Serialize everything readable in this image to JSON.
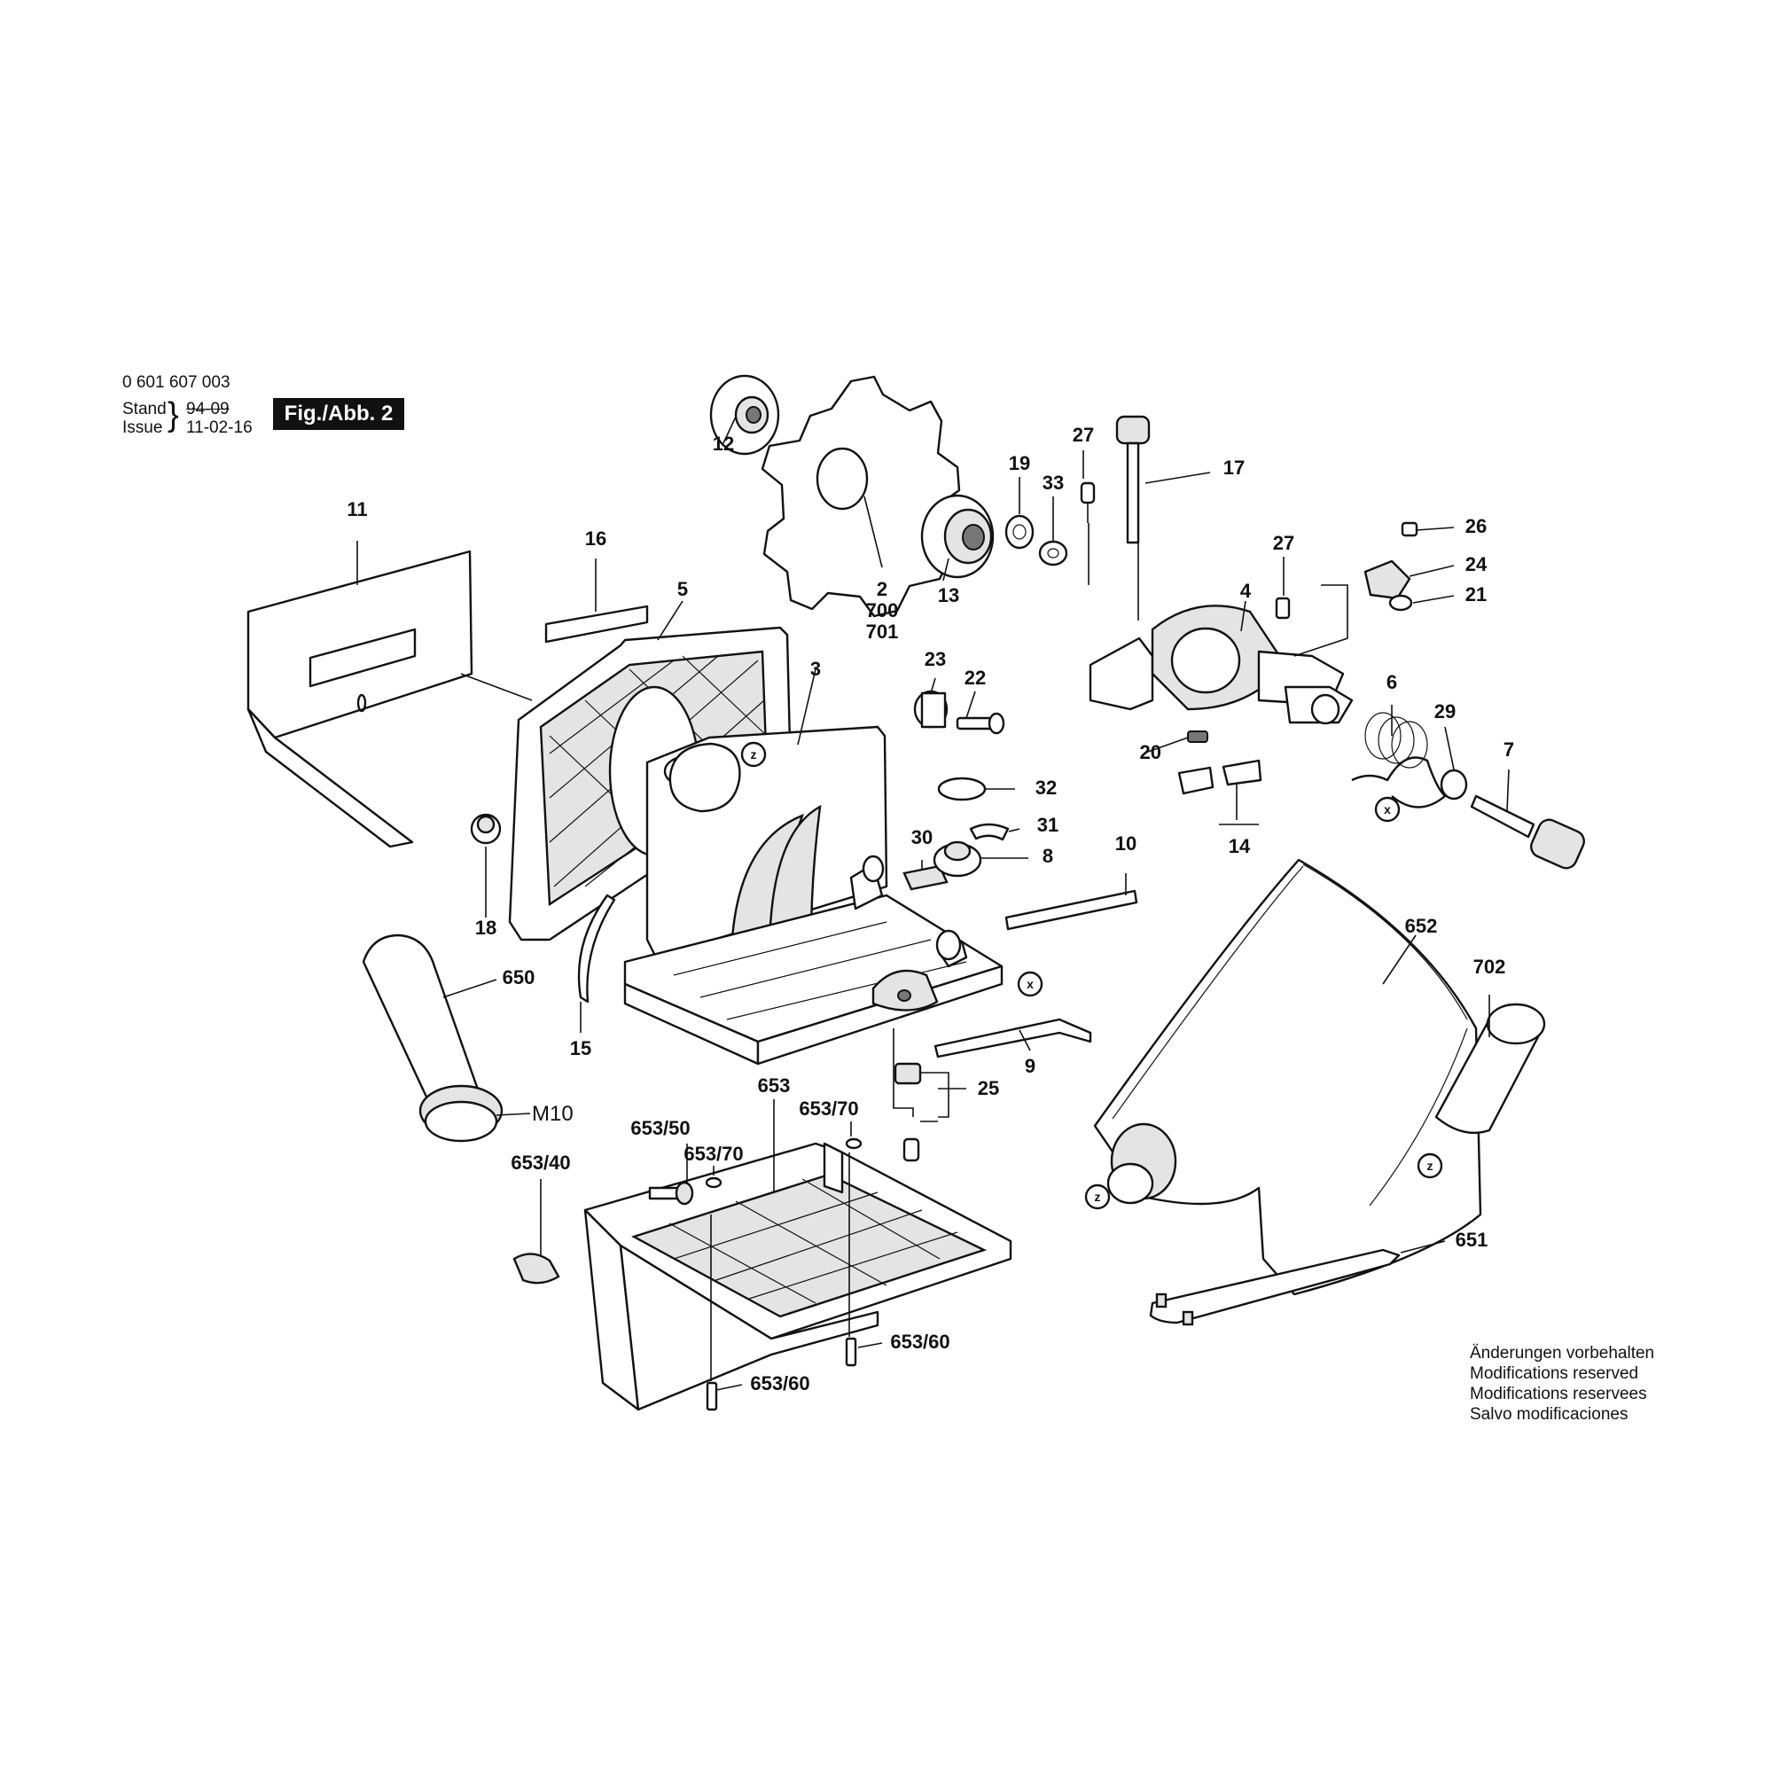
{
  "header": {
    "part_number": "0 601 607 003",
    "stand_label": "Stand",
    "stand_date": "94-09",
    "issue_label": "Issue",
    "issue_date": "11-02-16",
    "figure_label": "Fig./Abb. 2"
  },
  "callouts": [
    "11",
    "16",
    "5",
    "3",
    "12",
    "2",
    "700",
    "701",
    "13",
    "19",
    "33",
    "27",
    "17",
    "27",
    "26",
    "24",
    "21",
    "4",
    "23",
    "22",
    "6",
    "29",
    "7",
    "20",
    "14",
    "32",
    "31",
    "30",
    "8",
    "10",
    "18",
    "650",
    "15",
    "9",
    "25",
    "652",
    "702",
    "653",
    "653/50",
    "653/70",
    "653/70",
    "653/40",
    "651",
    "653/60",
    "653/60",
    "M10"
  ],
  "markers": [
    "z",
    "z",
    "z",
    "x",
    "x"
  ],
  "notes": {
    "de": "Änderungen vorbehalten",
    "en": "Modifications reserved",
    "fr": "Modifications reservees",
    "es": "Salvo modificaciones"
  }
}
